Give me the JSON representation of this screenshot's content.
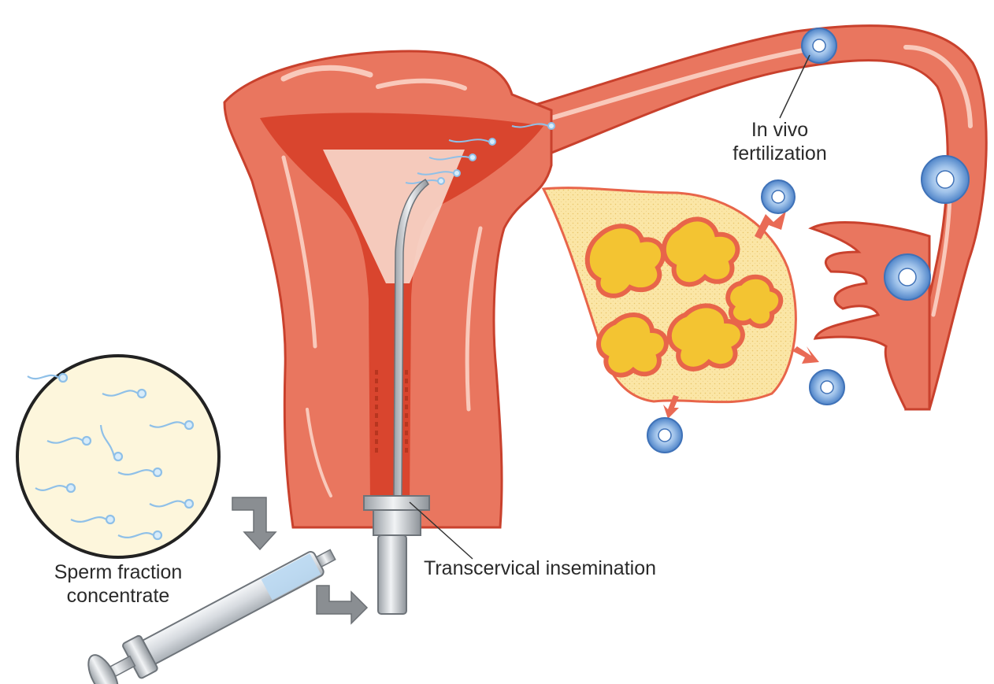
{
  "labels": {
    "fertilization_line1": "In vivo",
    "fertilization_line2": "fertilization",
    "sperm_line1": "Sperm fraction",
    "sperm_line2": "concentrate",
    "insemination": "Transcervical insemination"
  },
  "colors": {
    "uterus_wall": "#e9765f",
    "uterus_inner": "#d9452e",
    "uterus_highlight": "#f9c9bb",
    "ovary_fill": "#fbe6a6",
    "ovary_stroke": "#e8654a",
    "ovary_follicle": "#f3c432",
    "egg_blue": "#5b8fd0",
    "egg_light": "#d8e8f8",
    "arrow_red": "#e96a55",
    "instrument": "#c4c8cc",
    "sperm_circle_fill": "#fdf6dc",
    "sperm_blue": "#8fc0e8",
    "gray_arrow": "#8a8e92"
  },
  "icons": {
    "egg": "egg-cell-icon",
    "sperm": "sperm-cell-icon",
    "syringe": "syringe-icon",
    "catheter": "catheter-icon"
  }
}
